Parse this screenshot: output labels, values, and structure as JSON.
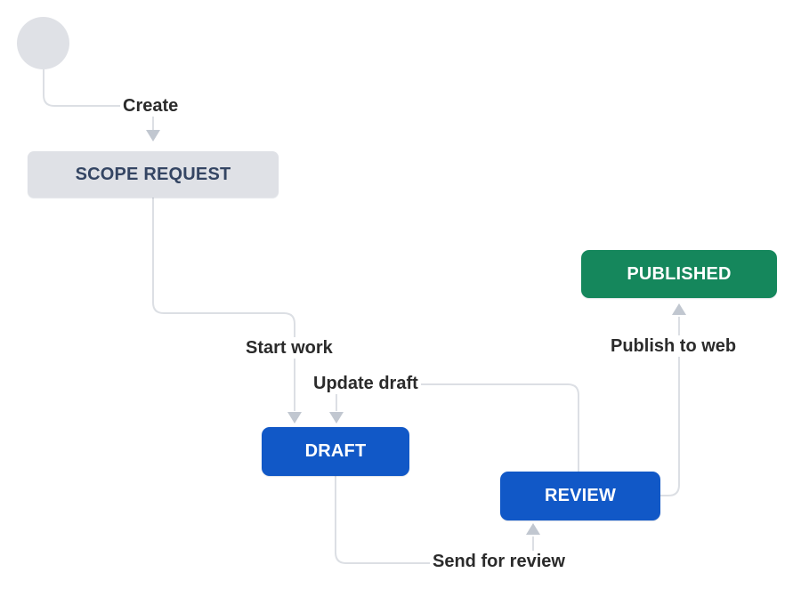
{
  "diagram": {
    "type": "workflow",
    "background": "#ffffff",
    "colors": {
      "initial_node_fill": "#dfe1e6",
      "status_gray_bg": "#dfe1e6",
      "status_gray_text": "#344563",
      "status_blue_bg": "#1158c7",
      "status_green_bg": "#15875c",
      "status_light_text": "#ffffff",
      "connector_line": "#dcdfe4",
      "arrowhead": "#c1c7d0",
      "transition_label_text": "#2b2b2b"
    },
    "nodes": [
      {
        "id": "initial",
        "kind": "initial-circle",
        "label": ""
      },
      {
        "id": "scope-request",
        "kind": "status",
        "category": "todo",
        "label": "SCOPE REQUEST"
      },
      {
        "id": "draft",
        "kind": "status",
        "category": "in-progress",
        "label": "DRAFT"
      },
      {
        "id": "review",
        "kind": "status",
        "category": "in-progress",
        "label": "REVIEW"
      },
      {
        "id": "published",
        "kind": "status",
        "category": "done",
        "label": "PUBLISHED"
      }
    ],
    "transitions": [
      {
        "id": "create",
        "label": "Create",
        "from": "initial",
        "to": "scope-request"
      },
      {
        "id": "start-work",
        "label": "Start work",
        "from": "scope-request",
        "to": "draft"
      },
      {
        "id": "update-draft",
        "label": "Update draft",
        "from": "review",
        "to": "draft"
      },
      {
        "id": "send-for-review",
        "label": "Send for review",
        "from": "draft",
        "to": "review"
      },
      {
        "id": "publish-to-web",
        "label": "Publish to web",
        "from": "review",
        "to": "published"
      }
    ]
  }
}
